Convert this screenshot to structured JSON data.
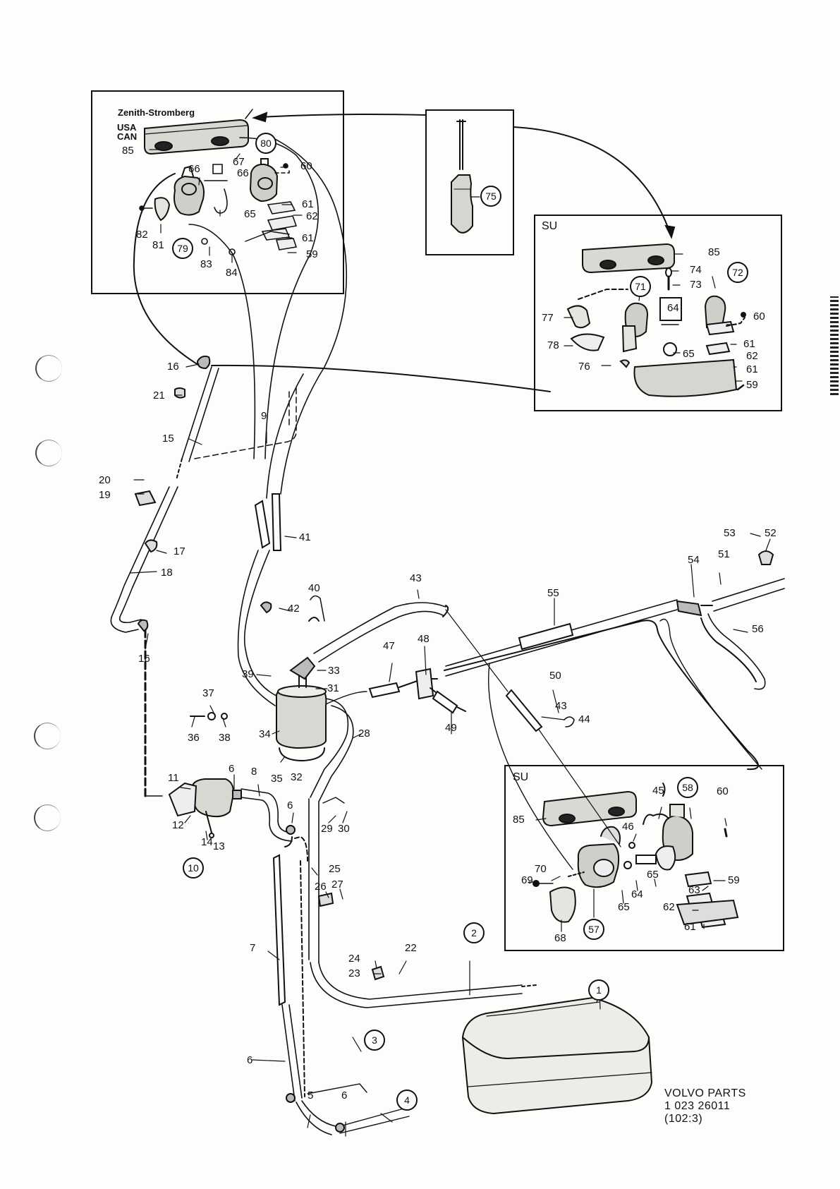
{
  "panels": {
    "zenith": {
      "title": "Zenith-Stromberg",
      "markets": "USA\nCAN"
    },
    "su_upper": {
      "title": "SU"
    },
    "su_lower": {
      "title": "SU"
    }
  },
  "footer": {
    "line1": "VOLVO PARTS",
    "line2": "1  023  26011",
    "line3": "(102:3)"
  },
  "circled": [
    "80",
    "79",
    "75",
    "71",
    "72",
    "58",
    "57",
    "10",
    "1",
    "2",
    "3",
    "4"
  ],
  "labels": [
    "85",
    "66",
    "67",
    "66",
    "60",
    "61",
    "62",
    "61",
    "59",
    "82",
    "81",
    "83",
    "84",
    "65",
    "85",
    "74",
    "73",
    "64",
    "60",
    "77",
    "78",
    "76",
    "65",
    "61",
    "62",
    "61",
    "59",
    "16",
    "21",
    "9",
    "15",
    "20",
    "19",
    "17",
    "18",
    "16",
    "41",
    "42",
    "40",
    "43",
    "53",
    "52",
    "54",
    "51",
    "55",
    "56",
    "48",
    "47",
    "33",
    "31",
    "39",
    "37",
    "36",
    "38",
    "34",
    "35",
    "32",
    "28",
    "50",
    "49",
    "43",
    "44",
    "11",
    "6",
    "8",
    "12",
    "14",
    "13",
    "6",
    "29",
    "30",
    "25",
    "26",
    "27",
    "7",
    "24",
    "23",
    "22",
    "6",
    "5",
    "6",
    "85",
    "45",
    "60",
    "46",
    "69",
    "70",
    "65",
    "64",
    "65",
    "63",
    "59",
    "62",
    "61",
    "68"
  ]
}
